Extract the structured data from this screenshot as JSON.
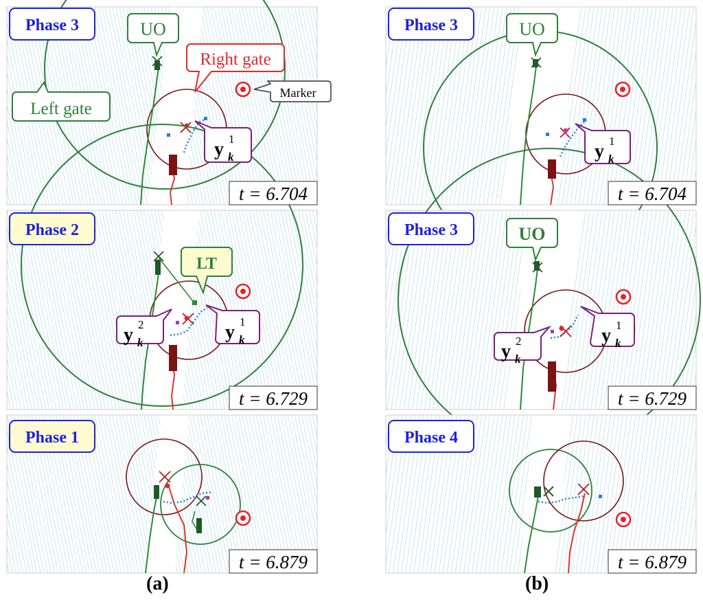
{
  "colors": {
    "hatch": "#a9d7ea",
    "left_gate": "#2f7f3a",
    "right_gate": "#7a1414",
    "phase_border": "#1d22d8",
    "phase_text": "#1d22d8",
    "phase_fill_plain": "#ffffff",
    "phase_fill_highlight": "#fffbd0",
    "measurement_border": "#7a1f7a",
    "marker": "#e8202a",
    "track_red": "#e0342c",
    "track_green": "#2d8a34",
    "detections_blue": "#2a7fd0"
  },
  "panels": [
    {
      "column": "a",
      "phase_label": "Phase 3",
      "phase_highlight": false,
      "time_label": "t = 6.704",
      "callouts": {
        "uo": "UO",
        "left_gate": "Left gate",
        "right_gate": "Right gate",
        "marker": "Marker",
        "y1": "y",
        "y1_sup": "1",
        "y1_sub": "k"
      }
    },
    {
      "column": "b",
      "phase_label": "Phase 3",
      "phase_highlight": false,
      "time_label": "t = 6.704",
      "callouts": {
        "uo": "UO",
        "y1": "y",
        "y1_sup": "1",
        "y1_sub": "k"
      }
    },
    {
      "column": "a",
      "phase_label": "Phase 2",
      "phase_highlight": true,
      "time_label": "t = 6.729",
      "callouts": {
        "lt": "LT",
        "y1": "y",
        "y1_sup": "1",
        "y1_sub": "k",
        "y2": "y",
        "y2_sup": "2",
        "y2_sub": "k"
      }
    },
    {
      "column": "b",
      "phase_label": "Phase 3",
      "phase_highlight": false,
      "time_label": "t = 6.729",
      "callouts": {
        "uo": "UO",
        "y1": "y",
        "y1_sup": "1",
        "y1_sub": "k",
        "y2": "y",
        "y2_sup": "2",
        "y2_sub": "k"
      }
    },
    {
      "column": "a",
      "phase_label": "Phase 1",
      "phase_highlight": true,
      "time_label": "t = 6.879"
    },
    {
      "column": "b",
      "phase_label": "Phase 4",
      "phase_highlight": false,
      "time_label": "t = 6.879"
    }
  ],
  "captions": {
    "a": "(a)",
    "b": "(b)"
  }
}
